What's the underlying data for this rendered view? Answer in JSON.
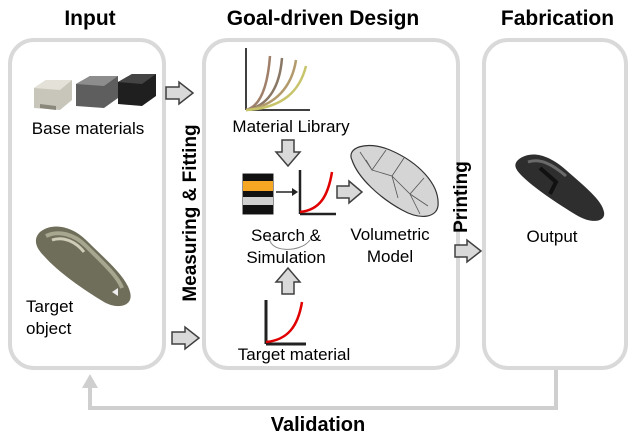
{
  "headers": {
    "input": "Input",
    "design": "Goal-driven Design",
    "fabrication": "Fabrication"
  },
  "input_panel": {
    "base_materials": "Base materials",
    "target_object_line1": "Target",
    "target_object_line2": "object"
  },
  "design_panel": {
    "material_library": "Material Library",
    "search_line1": "Search &",
    "search_line2": "Simulation",
    "volumetric_line1": "Volumetric",
    "volumetric_line2": "Model",
    "target_material": "Target material"
  },
  "fabrication_panel": {
    "output": "Output"
  },
  "connectors": {
    "measuring": "Measuring & Fitting",
    "printing": "Printing",
    "validation": "Validation"
  },
  "colors": {
    "panel_border": "#d9d9d9",
    "arrow_fill": "#d9d9d9",
    "arrow_stroke": "#404040",
    "curve_red": "#e00000",
    "swatch_orange": "#f5a623"
  }
}
